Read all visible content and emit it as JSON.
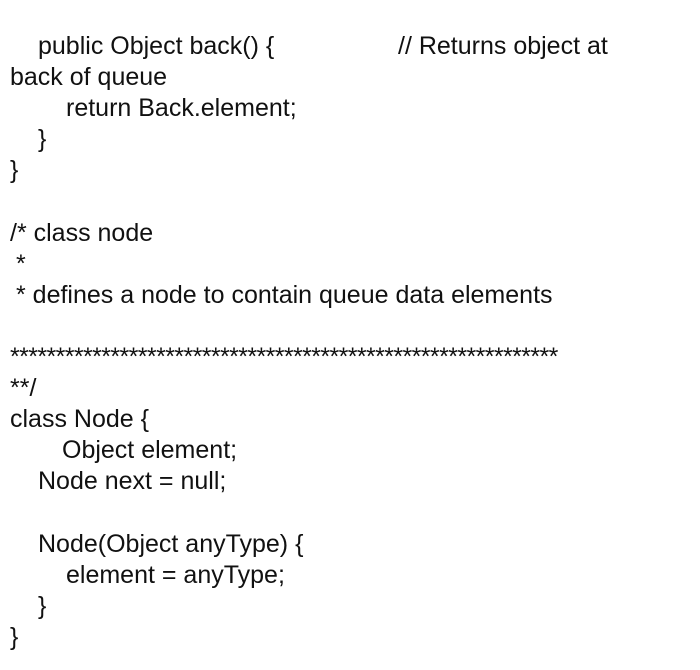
{
  "code": {
    "back_method_signature": "public Object back() {",
    "back_method_comment": "// Returns object at",
    "back_method_comment_cont": "back of queue",
    "return_stmt": "return Back.element;",
    "close_brace_inner": "}",
    "close_brace_outer": "}",
    "comment_open": "/* class node",
    "comment_star": "*",
    "comment_desc": "* defines a node to contain queue data elements",
    "comment_stars": "************************************************************",
    "comment_close": "**/",
    "class_decl": "class Node {",
    "field_element": "Object element;",
    "field_next": "Node next = null;",
    "constructor_sig": "Node(Object anyType) {",
    "constructor_body": "element = anyType;",
    "constructor_close": "}",
    "class_close": "}"
  }
}
